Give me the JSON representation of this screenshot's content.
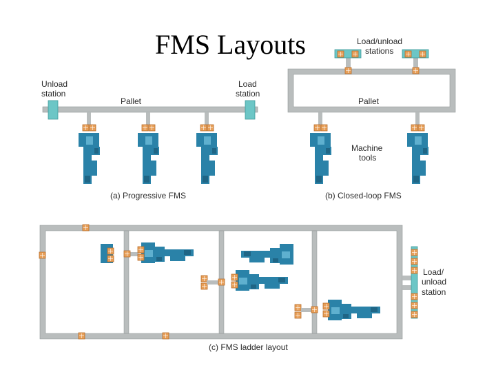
{
  "title": "FMS Layouts",
  "panel_a": {
    "unload_label": [
      "Unload",
      "station"
    ],
    "load_label": [
      "Load",
      "station"
    ],
    "pallet_label": "Pallet",
    "caption": "(a)  Progressive FMS"
  },
  "panel_b": {
    "stations_label": [
      "Load/unload",
      "stations"
    ],
    "pallet_label": "Pallet",
    "machine_label": [
      "Machine",
      "tools"
    ],
    "caption": "(b)  Closed-loop FMS"
  },
  "panel_c": {
    "station_label": [
      "Load/",
      "unload",
      "station"
    ],
    "caption": "(c)  FMS ladder layout"
  },
  "colors": {
    "track": "#b9bdbd",
    "track_edge": "#8f9595",
    "machine": "#2a82a8",
    "machine_dark": "#1f6585",
    "pallet": "#e8a05a",
    "station": "#6cc6c6"
  }
}
